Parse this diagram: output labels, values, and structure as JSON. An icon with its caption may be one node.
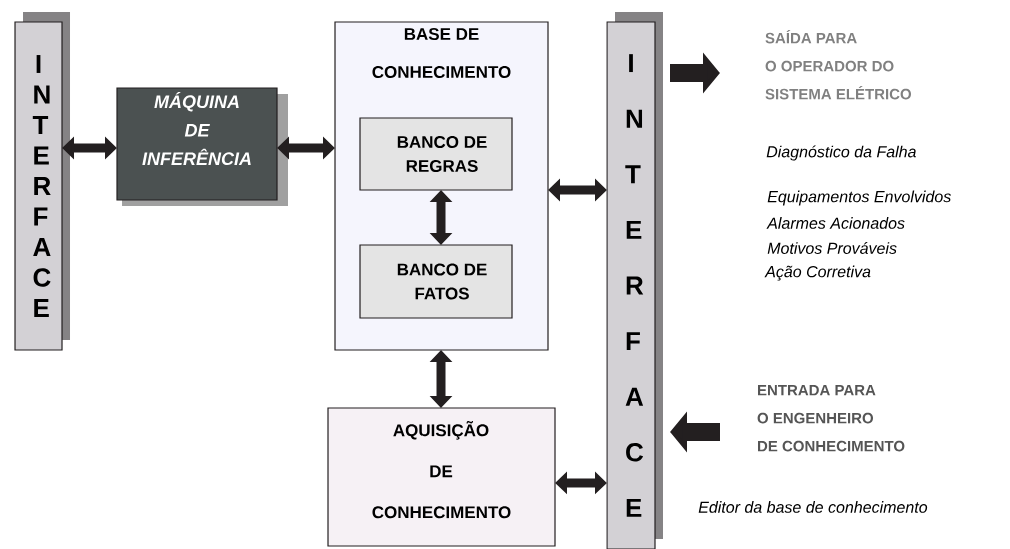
{
  "diagram": {
    "nodes": [
      {
        "text": [
          "INTERFACE"
        ]
      },
      {
        "text": [
          "MÁQUINA DE INFERÊNCIA"
        ]
      },
      {
        "text": [
          "BASE DE CONHECIMENTO"
        ]
      },
      {
        "text": [
          "BANCO DE REGRAS"
        ],
        "in": 2
      },
      {
        "text": [
          "BANCO DE FATOS"
        ],
        "in": 2
      },
      {
        "text": [
          "AQUISIÇÃO DE CONHECIMENTO"
        ]
      },
      {
        "text": [
          "INTERFACE"
        ]
      },
      {
        "text": [
          "SAÍDA PARA O OPERADOR DO SISTEMA ELÉTRICO"
        ]
      },
      {
        "text": [
          "ENTRADA PARA O ENGENHEIRO DE CONHECIMENTO"
        ]
      }
    ],
    "edges": [
      {
        "from": 0,
        "to": 1,
        "arrow": "both"
      },
      {
        "from": 1,
        "to": 2,
        "arrow": "both"
      },
      {
        "from": 3,
        "to": 4,
        "arrow": "both"
      },
      {
        "from": 2,
        "to": 5,
        "arrow": "both"
      },
      {
        "from": 2,
        "to": 6,
        "arrow": "both"
      },
      {
        "from": 5,
        "to": 6,
        "arrow": "both"
      },
      {
        "from": 6,
        "to": 7,
        "arrow": "to",
        "style": "thick"
      },
      {
        "from": 8,
        "to": 6,
        "arrow": "to",
        "style": "thick"
      }
    ],
    "labels": [
      "Diagnóstico da Falha",
      "Equipamentos Envolvidos",
      "Alarmes Acionados",
      "Motivos Prováveis",
      "Ação Corretiva",
      "Editor da base de conhecimento"
    ]
  }
}
